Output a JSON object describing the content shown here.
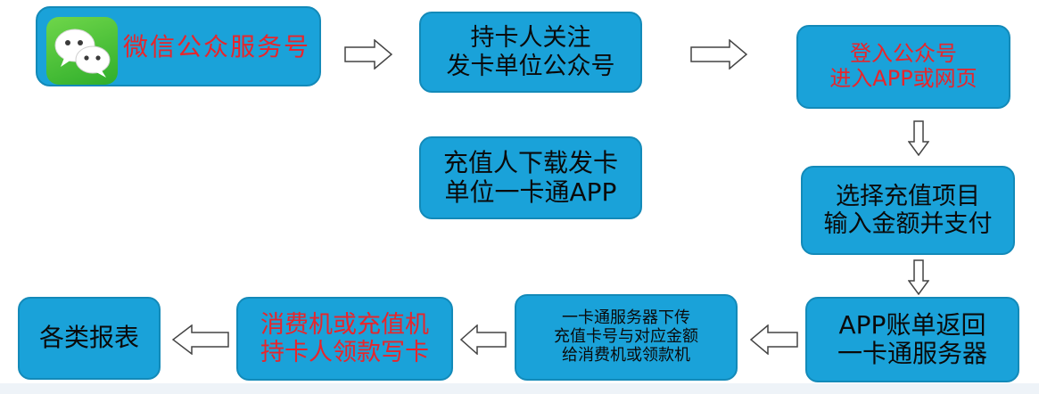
{
  "nodes": {
    "wechat": {
      "label": "微信公众服务号"
    },
    "follow": {
      "lines": [
        "持卡人关注",
        "发卡单位公众号"
      ]
    },
    "enter": {
      "lines": [
        "登入公众号",
        "进入APP或网页"
      ]
    },
    "download": {
      "lines": [
        "充值人下载发卡",
        "单位一卡通APP"
      ]
    },
    "select": {
      "lines": [
        "选择充值项目",
        "输入金额并支付"
      ]
    },
    "return": {
      "lines": [
        "APP账单返回",
        "一卡通服务器"
      ]
    },
    "server": {
      "lines": [
        "一卡通服务器下传",
        "充值卡号与对应金额",
        "给消费机或领款机"
      ]
    },
    "consume": {
      "lines": [
        "消费机或充值机",
        "持卡人领款写卡"
      ]
    },
    "report": {
      "label": "各类报表"
    }
  },
  "colors": {
    "box_fill": "#1aa2d9",
    "box_border": "#138ab9",
    "text_dark": "#0a0a0a",
    "text_red": "#e8252b",
    "wechat_green": "#3cb832"
  },
  "icons": [
    "wechat-icon",
    "arrow-right-icon",
    "arrow-down-icon",
    "arrow-left-icon"
  ]
}
